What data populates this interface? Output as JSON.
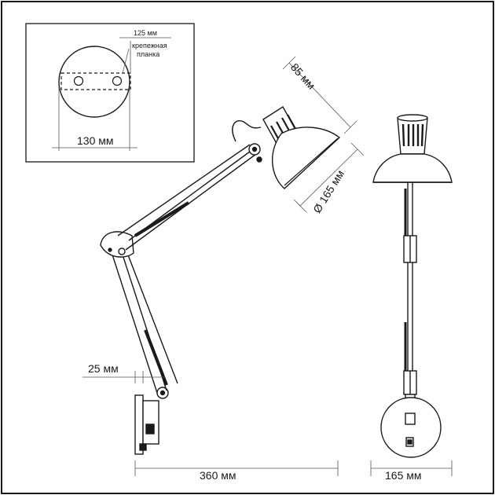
{
  "inset": {
    "plate_length": "125 мм",
    "plate_label_line1": "крепежная",
    "plate_label_line2": "планка",
    "base_diameter": "130 мм"
  },
  "dimensions": {
    "shade_depth": "85 мм",
    "shade_diameter": "Ø 165 мм",
    "arm_offset": "25 мм",
    "total_reach": "360 мм",
    "side_width": "165 мм"
  },
  "colors": {
    "line": "#1a1a1a",
    "dim_line": "#555555"
  }
}
